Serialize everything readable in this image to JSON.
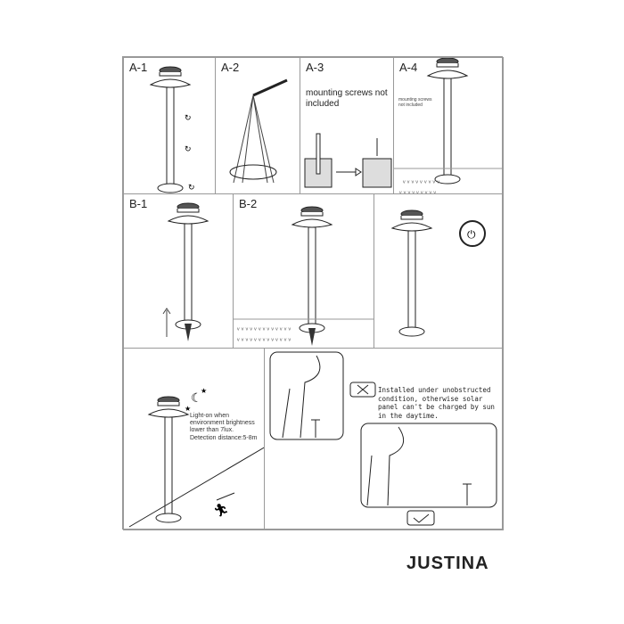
{
  "steps": {
    "a1": {
      "label": "A-1"
    },
    "a2": {
      "label": "A-2"
    },
    "a3": {
      "label": "A-3",
      "note": "mounting screws not included"
    },
    "a4": {
      "label": "A-4",
      "note": "mounting screws not included"
    },
    "b1": {
      "label": "B-1"
    },
    "b2": {
      "label": "B-2"
    }
  },
  "sensor": {
    "line1": "Light-on when environment brightness lower than 7lux.",
    "line2": "Detection distance:5-8m"
  },
  "placement": {
    "warning": "Installed under unobstructed condition, otherwise solar panel can't be charged by sun in the daytime."
  },
  "brand": "JUSTINA"
}
